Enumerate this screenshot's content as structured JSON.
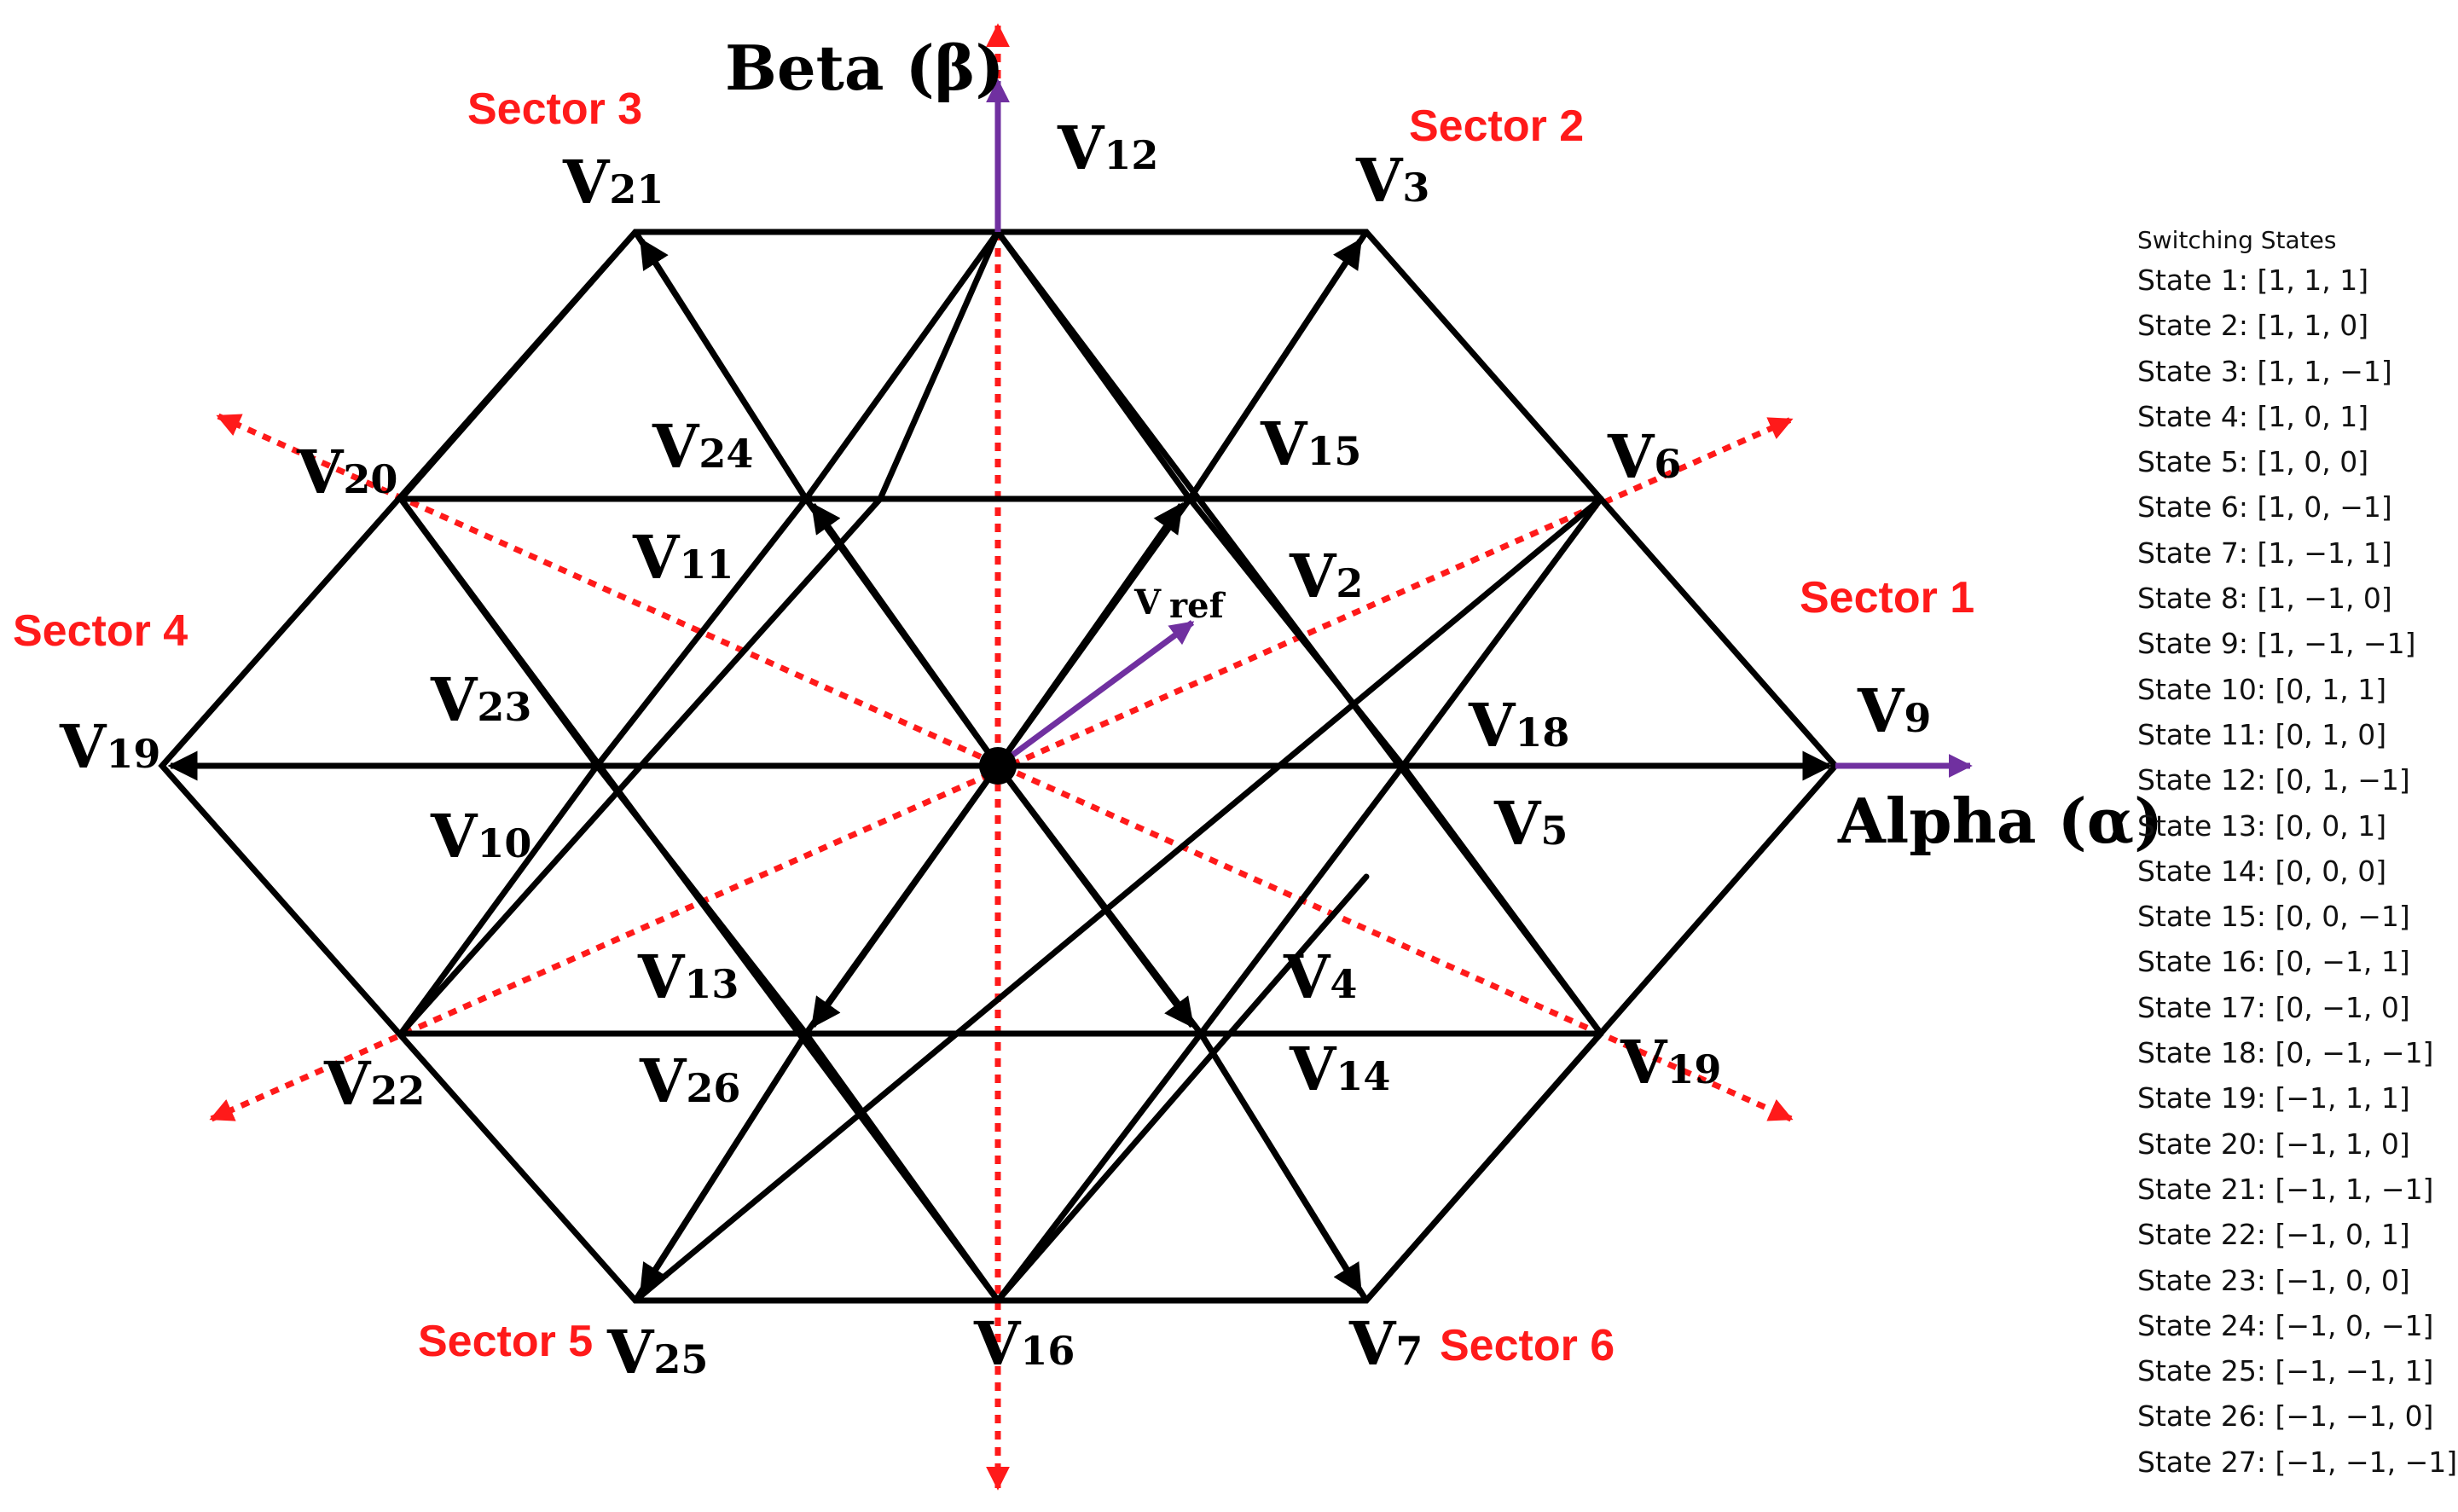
{
  "diagram": {
    "axes": {
      "beta": "Beta (β)",
      "alpha": "Alpha (α)"
    },
    "vref": {
      "base": "V",
      "sub": "ref"
    },
    "sectors": [
      "Sector 1",
      "Sector 2",
      "Sector 3",
      "Sector 4",
      "Sector 5",
      "Sector 6"
    ],
    "vectors": [
      {
        "n": "V",
        "s": "12"
      },
      {
        "n": "V",
        "s": "3"
      },
      {
        "n": "V",
        "s": "21"
      },
      {
        "n": "V",
        "s": "15"
      },
      {
        "n": "V",
        "s": "6"
      },
      {
        "n": "V",
        "s": "20"
      },
      {
        "n": "V",
        "s": "24"
      },
      {
        "n": "V",
        "s": "11"
      },
      {
        "n": "V",
        "s": "2"
      },
      {
        "n": "V",
        "s": "23"
      },
      {
        "n": "V",
        "s": "19"
      },
      {
        "n": "V",
        "s": "18"
      },
      {
        "n": "V",
        "s": "9"
      },
      {
        "n": "V",
        "s": "10"
      },
      {
        "n": "V",
        "s": "5"
      },
      {
        "n": "V",
        "s": "13"
      },
      {
        "n": "V",
        "s": "4"
      },
      {
        "n": "V",
        "s": "26"
      },
      {
        "n": "V",
        "s": "14"
      },
      {
        "n": "V",
        "s": "22"
      },
      {
        "n": "V",
        "s": "19"
      },
      {
        "n": "V",
        "s": "25"
      },
      {
        "n": "V",
        "s": "16"
      },
      {
        "n": "V",
        "s": "7"
      }
    ],
    "colors": {
      "grid": "#000000",
      "sector_lines": "#ff1a1a",
      "sector_text": "#ff1a1a",
      "axis_arrows": "#7030a0",
      "center": "#000000"
    }
  },
  "states_panel": {
    "title": "Switching States",
    "states": [
      "State 1: [1, 1, 1]",
      "State 2: [1, 1, 0]",
      "State 3: [1, 1, −1]",
      "State 4: [1, 0, 1]",
      "State 5: [1, 0, 0]",
      "State 6: [1, 0, −1]",
      "State 7: [1, −1, 1]",
      "State 8: [1, −1, 0]",
      "State 9: [1, −1, −1]",
      "State 10: [0, 1, 1]",
      "State 11: [0, 1, 0]",
      "State 12: [0, 1, −1]",
      "State 13: [0, 0, 1]",
      "State 14: [0, 0, 0]",
      "State 15: [0, 0, −1]",
      "State 16: [0, −1, 1]",
      "State 17: [0, −1, 0]",
      "State 18: [0, −1, −1]",
      "State 19: [−1, 1, 1]",
      "State 20: [−1, 1, 0]",
      "State 21: [−1, 1, −1]",
      "State 22: [−1, 0, 1]",
      "State 23: [−1, 0, 0]",
      "State 24: [−1, 0, −1]",
      "State 25: [−1, −1, 1]",
      "State 26: [−1, −1, 0]",
      "State 27: [−1, −1, −1]"
    ]
  }
}
